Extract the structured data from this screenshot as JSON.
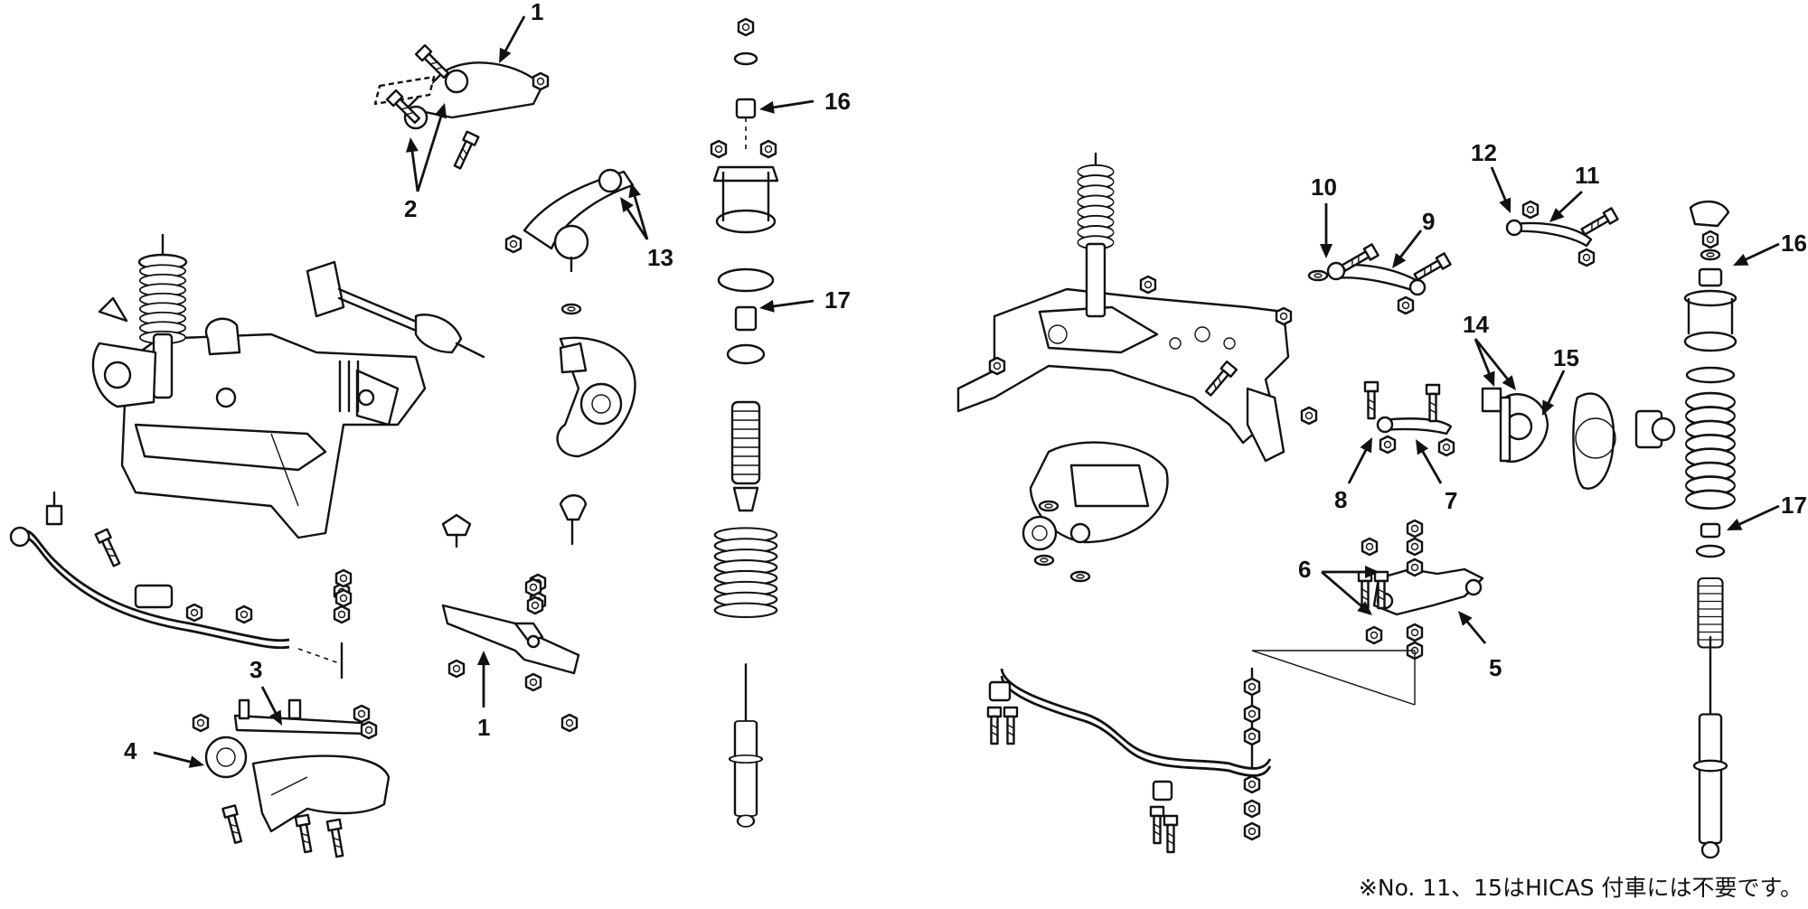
{
  "callouts": {
    "n1_top": "1",
    "n2": "2",
    "n13": "13",
    "n16_left": "16",
    "n17_left": "17",
    "n3": "3",
    "n4": "4",
    "n1_bottom": "1",
    "n10": "10",
    "n9": "9",
    "n12": "12",
    "n11": "11",
    "n16_right": "16",
    "n14": "14",
    "n15": "15",
    "n8": "8",
    "n7": "7",
    "n17_right": "17",
    "n6": "6",
    "n5": "5"
  },
  "footnote": "※No. 11、15はHICAS 付車には不要です。",
  "icons": {
    "front_subframe": "front-crossmember-assembly",
    "rear_subframe": "rear-suspension-member-assembly",
    "differential": "differential-icon",
    "coil_spring": "coil-spring-icon",
    "shock_absorber": "shock-absorber-icon",
    "stabilizer_bar": "stabilizer-bar-icon"
  }
}
